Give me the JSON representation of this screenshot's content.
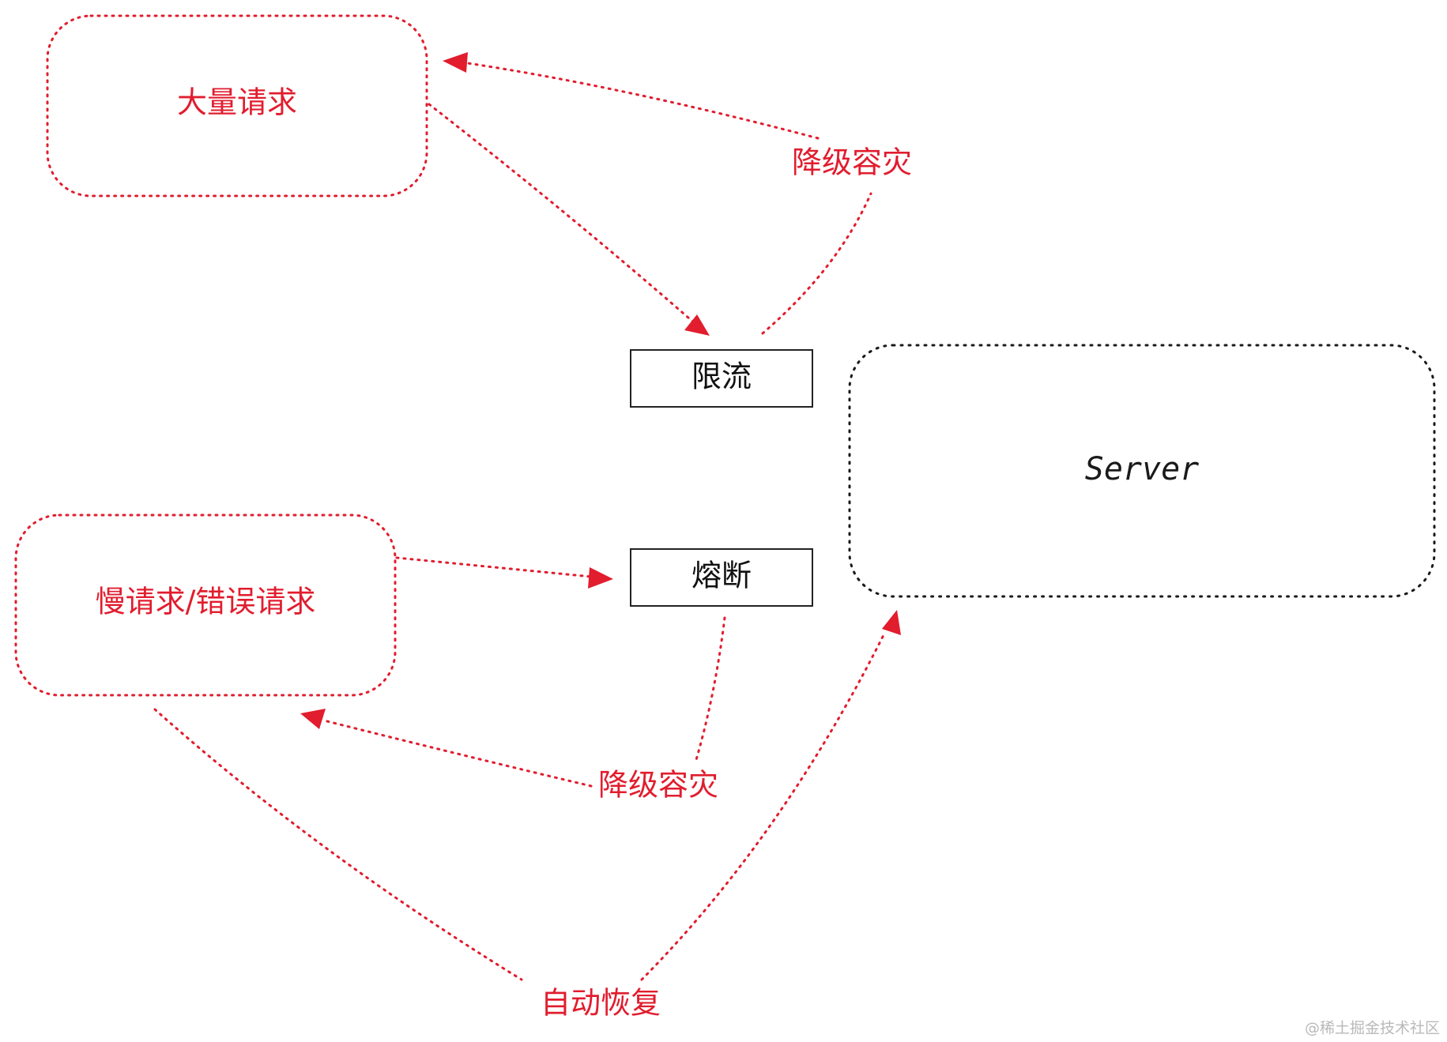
{
  "nodes": {
    "mass_requests": "大量请求",
    "slow_error_requests": "慢请求/错误请求",
    "rate_limit": "限流",
    "circuit_breaker": "熔断",
    "server": "Server"
  },
  "edge_labels": {
    "degrade_top": "降级容灾",
    "degrade_bottom": "降级容灾",
    "auto_recover": "自动恢复"
  },
  "watermark": "@稀土掘金技术社区",
  "colors": {
    "accent_red": "#e11d2e",
    "text_black": "#111111",
    "background": "#ffffff"
  }
}
